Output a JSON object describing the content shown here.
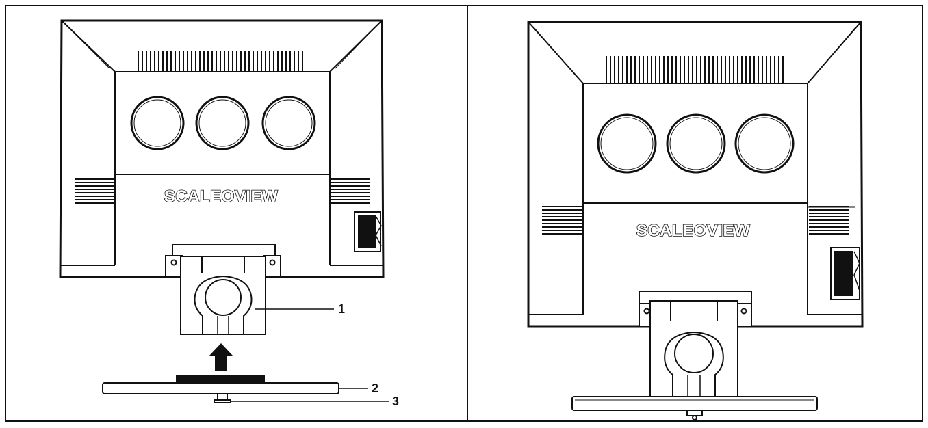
{
  "left_panel": {
    "brand": "SCALEOVIEW",
    "callouts": [
      "1",
      "2",
      "3"
    ]
  },
  "right_panel": {
    "brand": "SCALEOVIEW"
  },
  "colors": {
    "line": "#111111",
    "background": "#ffffff",
    "fill": "#ffffff"
  }
}
